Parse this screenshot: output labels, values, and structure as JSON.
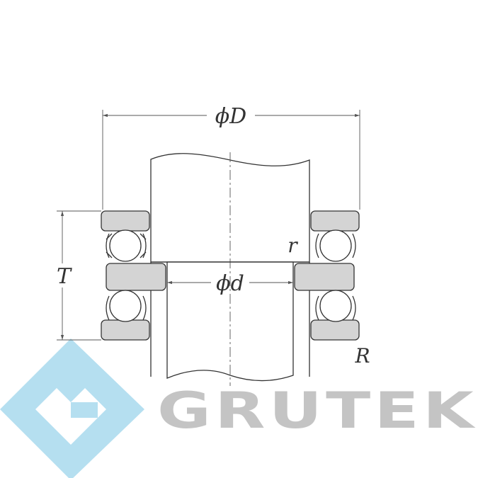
{
  "dimensions": {
    "outer_diameter": "ϕD",
    "inner_diameter": "ϕd",
    "height": "T",
    "small_fillet": "r",
    "large_fillet": "R"
  },
  "logo": {
    "text": "GRUTEK"
  },
  "colors": {
    "ring_fill": "#d4d4d4",
    "line": "#333333",
    "logo_blue": "#b5dff0",
    "logo_gray": "#c4c4c4"
  }
}
